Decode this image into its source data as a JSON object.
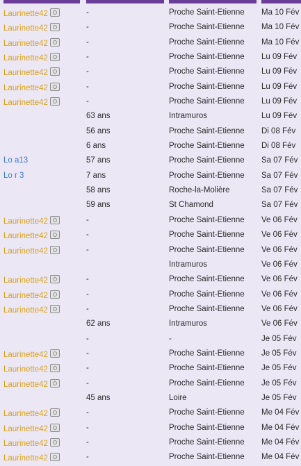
{
  "theme": {
    "header_color": "#6a3d96",
    "background": "#ece7f5",
    "username_color": "#d9a21b"
  },
  "rows": [
    {
      "user": "Laurinette42",
      "age": "-",
      "location": "Proche Saint-Etienne",
      "date": "Ma 10 Fév",
      "style": ""
    },
    {
      "user": "Laurinette42",
      "age": "-",
      "location": "Proche Saint-Etienne",
      "date": "Ma 10 Fév",
      "style": ""
    },
    {
      "user": "Laurinette42",
      "age": "-",
      "location": "Proche Saint-Etienne",
      "date": "Ma 10 Fév",
      "style": ""
    },
    {
      "user": "Laurinette42",
      "age": "-",
      "location": "Proche Saint-Etienne",
      "date": "Lu 09 Fév",
      "style": ""
    },
    {
      "user": "Laurinette42",
      "age": "-",
      "location": "Proche Saint-Etienne",
      "date": "Lu 09 Fév",
      "style": ""
    },
    {
      "user": "Laurinette42",
      "age": "-",
      "location": "Proche Saint-Etienne",
      "date": "Lu 09 Fév",
      "style": ""
    },
    {
      "user": "Laurinette42",
      "age": "-",
      "location": "Proche Saint-Etienne",
      "date": "Lu 09 Fév",
      "style": ""
    },
    {
      "user": "",
      "age": "63 ans",
      "location": "Intramuros",
      "date": "Lu 09 Fév",
      "style": "other"
    },
    {
      "user": "",
      "age": "56 ans",
      "location": "Proche Saint-Etienne",
      "date": "Di 08 Fév",
      "style": "pink"
    },
    {
      "user": "",
      "age": "6 ans",
      "location": "Proche Saint-Etienne",
      "date": "Di 08 Fév",
      "style": "other"
    },
    {
      "user": "Lo a13",
      "age": "57 ans",
      "location": "Proche Saint-Etienne",
      "date": "Sa 07 Fév",
      "style": "other"
    },
    {
      "user": "Lo r 3",
      "age": "7 ans",
      "location": "Proche Saint-Etienne",
      "date": "Sa 07 Fév",
      "style": "other"
    },
    {
      "user": "",
      "age": "58 ans",
      "location": "Roche-la-Molière",
      "date": "Sa 07 Fév",
      "style": "other"
    },
    {
      "user": "",
      "age": "59 ans",
      "location": "St Chamond",
      "date": "Sa 07 Fév",
      "style": "other"
    },
    {
      "user": "Laurinette42",
      "age": "-",
      "location": "Proche Saint-Etienne",
      "date": "Ve 06 Fév",
      "style": ""
    },
    {
      "user": "Laurinette42",
      "age": "-",
      "location": "Proche Saint-Etienne",
      "date": "Ve 06 Fév",
      "style": ""
    },
    {
      "user": "Laurinette42",
      "age": "-",
      "location": "Proche Saint-Etienne",
      "date": "Ve 06 Fév",
      "style": ""
    },
    {
      "user": "",
      "age": "",
      "location": "Intramuros",
      "date": "Ve 06 Fév",
      "style": "other"
    },
    {
      "user": "Laurinette42",
      "age": "-",
      "location": "Proche Saint-Etienne",
      "date": "Ve 06 Fév",
      "style": ""
    },
    {
      "user": "Laurinette42",
      "age": "-",
      "location": "Proche Saint-Etienne",
      "date": "Ve 06 Fév",
      "style": ""
    },
    {
      "user": "Laurinette42",
      "age": "-",
      "location": "Proche Saint-Etienne",
      "date": "Ve 06 Fév",
      "style": ""
    },
    {
      "user": "",
      "age": "62 ans",
      "location": "Intramuros",
      "date": "Ve 06 Fév",
      "style": "other"
    },
    {
      "user": "",
      "age": "-",
      "location": "-",
      "date": "Je 05 Fév",
      "style": "pink"
    },
    {
      "user": "Laurinette42",
      "age": "-",
      "location": "Proche Saint-Etienne",
      "date": "Je 05 Fév",
      "style": ""
    },
    {
      "user": "Laurinette42",
      "age": "-",
      "location": "Proche Saint-Etienne",
      "date": "Je 05 Fév",
      "style": ""
    },
    {
      "user": "Laurinette42",
      "age": "-",
      "location": "Proche Saint-Etienne",
      "date": "Je 05 Fév",
      "style": ""
    },
    {
      "user": "",
      "age": "45 ans",
      "location": "Loire",
      "date": "Je 05 Fév",
      "style": "other"
    },
    {
      "user": "Laurinette42",
      "age": "-",
      "location": "Proche Saint-Etienne",
      "date": "Me 04 Fév",
      "style": ""
    },
    {
      "user": "Laurinette42",
      "age": "-",
      "location": "Proche Saint-Etienne",
      "date": "Me 04 Fév",
      "style": ""
    },
    {
      "user": "Laurinette42",
      "age": "-",
      "location": "Proche Saint-Etienne",
      "date": "Me 04 Fév",
      "style": ""
    },
    {
      "user": "Laurinette42",
      "age": "-",
      "location": "Proche Saint-Etienne",
      "date": "Me 04 Fév",
      "style": ""
    }
  ]
}
